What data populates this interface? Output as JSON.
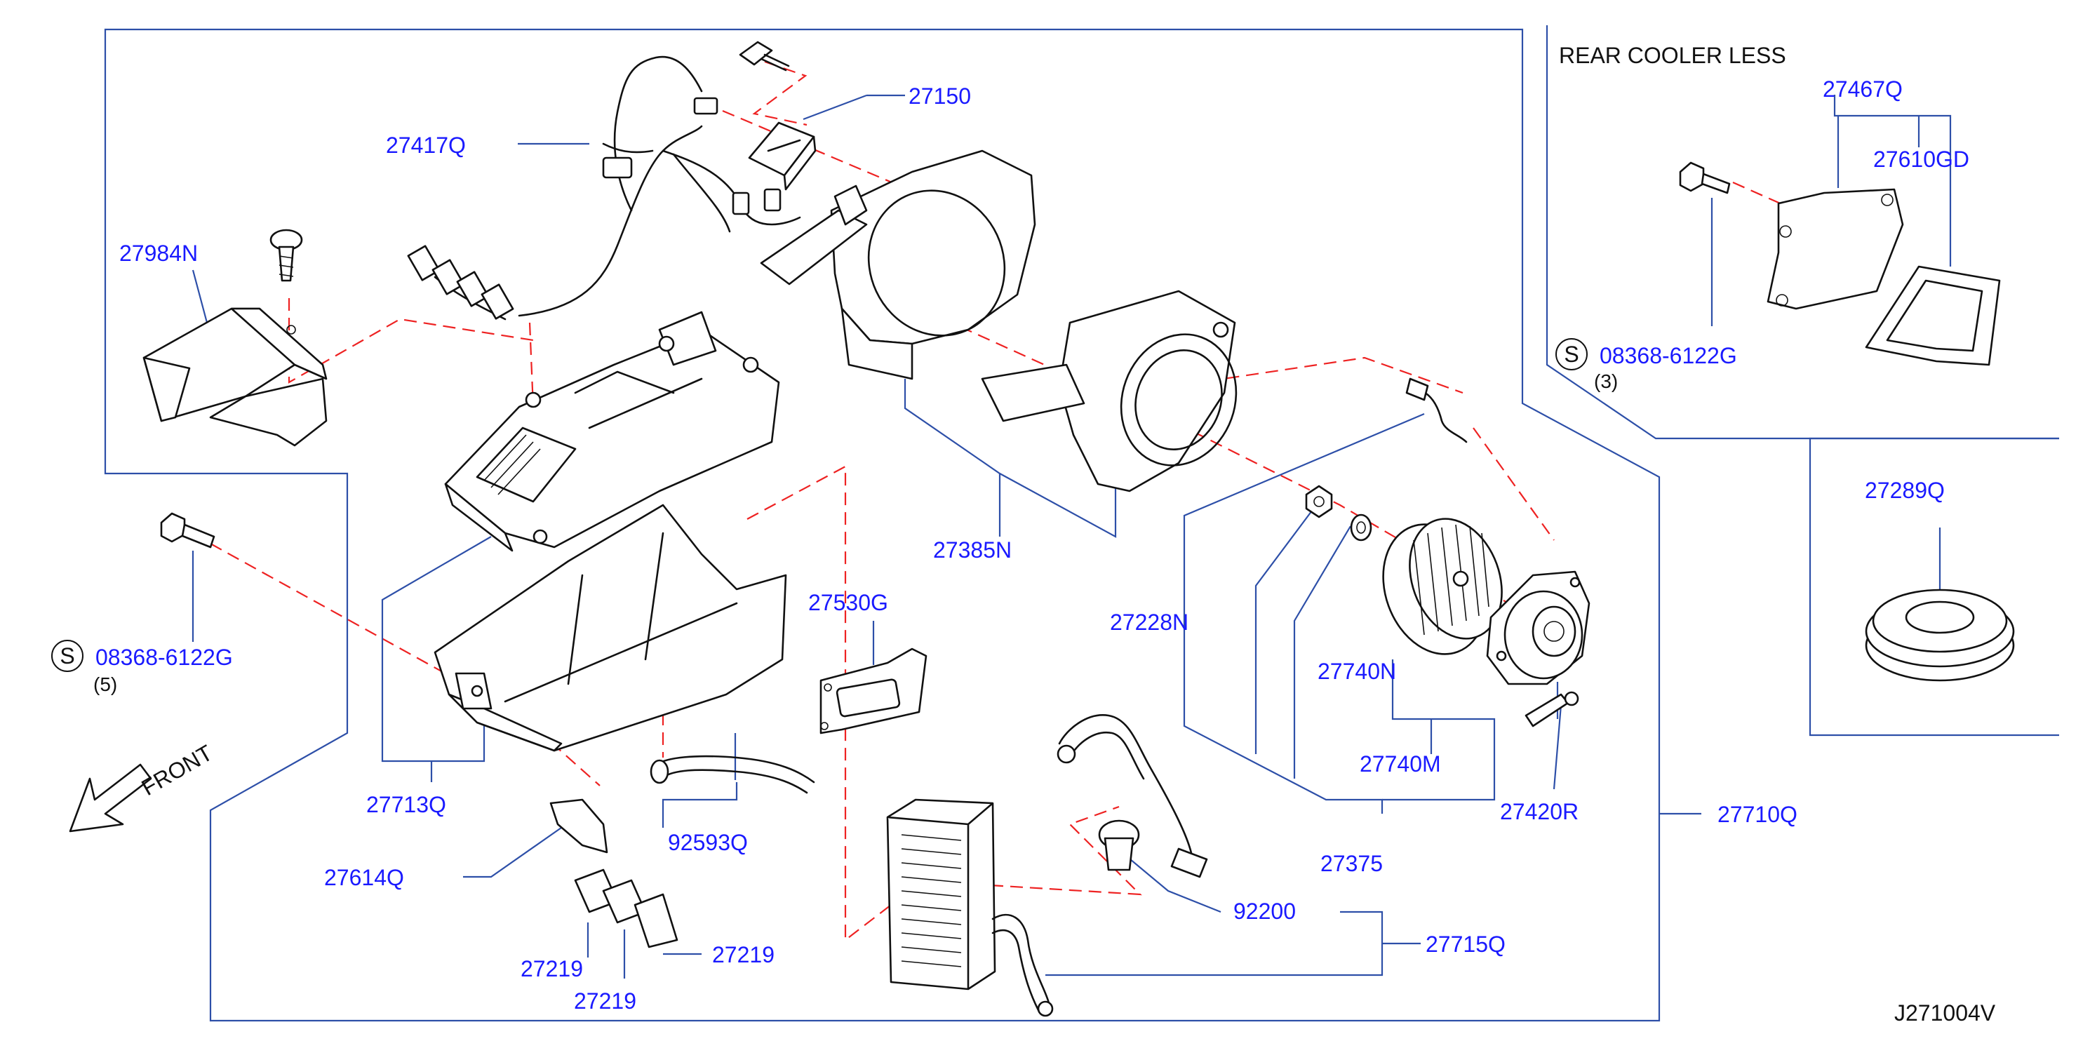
{
  "header_note": "REAR   COOLER   LESS",
  "diagram_code": "J271004V",
  "front_label": "FRONT",
  "bolt_symbol": "S",
  "parts": {
    "p27417Q": "27417Q",
    "p27150": "27150",
    "p27984N": "27984N",
    "p27385N": "27385N",
    "bolt_main": "08368-6122G",
    "qty_main": "(5)",
    "p27713Q": "27713Q",
    "p27530G": "27530G",
    "p27228N": "27228N",
    "p27740N": "27740N",
    "p27740M": "27740M",
    "p27420R": "27420R",
    "p27710Q": "27710Q",
    "p27375": "27375",
    "p92593Q": "92593Q",
    "p27614Q": "27614Q",
    "p27219_a": "27219",
    "p27219_b": "27219",
    "p27219_c": "27219",
    "p92200": "92200",
    "p27715Q": "27715Q",
    "p27467Q": "27467Q",
    "p27610GD": "27610GD",
    "bolt_rear": "08368-6122G",
    "qty_rear": "(3)",
    "p27289Q": "27289Q"
  }
}
